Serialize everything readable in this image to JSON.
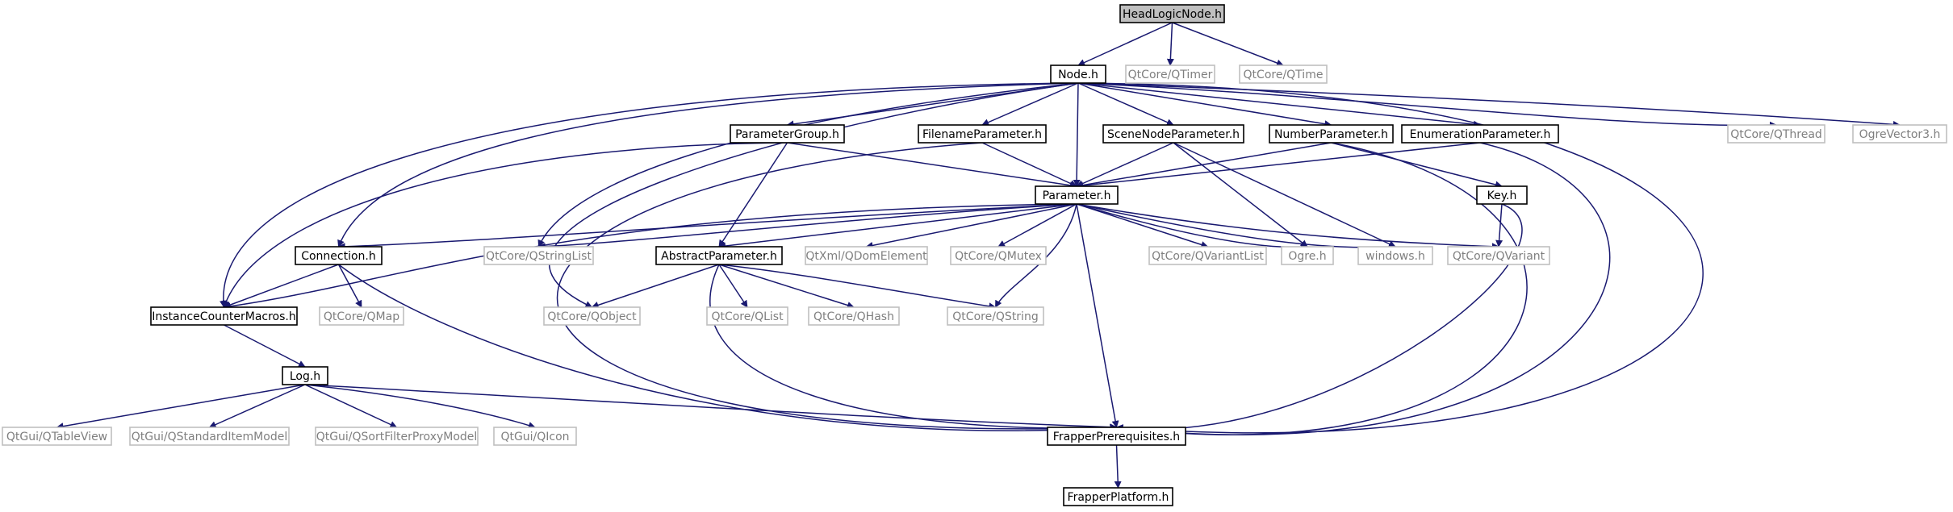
{
  "graph": {
    "colors": {
      "edge": "#191970",
      "internal_border": "#000000",
      "internal_text": "#000000",
      "external_border": "#bfbfbf",
      "external_text": "#7f7f7f",
      "root_fill": "#bfbfbf",
      "node_fill": "#ffffff"
    },
    "nodes": {
      "headlogicnode": {
        "label": "HeadLogicNode.h",
        "kind": "root"
      },
      "node": {
        "label": "Node.h",
        "kind": "internal"
      },
      "qtimer": {
        "label": "QtCore/QTimer",
        "kind": "external"
      },
      "qtime": {
        "label": "QtCore/QTime",
        "kind": "external"
      },
      "parametergroup": {
        "label": "ParameterGroup.h",
        "kind": "internal"
      },
      "filenameparameter": {
        "label": "FilenameParameter.h",
        "kind": "internal"
      },
      "scenenodeparameter": {
        "label": "SceneNodeParameter.h",
        "kind": "internal"
      },
      "numberparameter": {
        "label": "NumberParameter.h",
        "kind": "internal"
      },
      "enumerationparameter": {
        "label": "EnumerationParameter.h",
        "kind": "internal"
      },
      "qthread": {
        "label": "QtCore/QThread",
        "kind": "external"
      },
      "ogrevector3": {
        "label": "OgreVector3.h",
        "kind": "external"
      },
      "parameter": {
        "label": "Parameter.h",
        "kind": "internal"
      },
      "key": {
        "label": "Key.h",
        "kind": "internal"
      },
      "connection": {
        "label": "Connection.h",
        "kind": "internal"
      },
      "qstringlist": {
        "label": "QtCore/QStringList",
        "kind": "external"
      },
      "abstractparameter": {
        "label": "AbstractParameter.h",
        "kind": "internal"
      },
      "qdomelement": {
        "label": "QtXml/QDomElement",
        "kind": "external"
      },
      "qmutex": {
        "label": "QtCore/QMutex",
        "kind": "external"
      },
      "qvariantlist": {
        "label": "QtCore/QVariantList",
        "kind": "external"
      },
      "ogre": {
        "label": "Ogre.h",
        "kind": "external"
      },
      "windows": {
        "label": "windows.h",
        "kind": "external"
      },
      "qvariant": {
        "label": "QtCore/QVariant",
        "kind": "external"
      },
      "instancecountermacros": {
        "label": "InstanceCounterMacros.h",
        "kind": "internal"
      },
      "qmap": {
        "label": "QtCore/QMap",
        "kind": "external"
      },
      "qobject": {
        "label": "QtCore/QObject",
        "kind": "external"
      },
      "qlist": {
        "label": "QtCore/QList",
        "kind": "external"
      },
      "qhash": {
        "label": "QtCore/QHash",
        "kind": "external"
      },
      "qstring": {
        "label": "QtCore/QString",
        "kind": "external"
      },
      "log": {
        "label": "Log.h",
        "kind": "internal"
      },
      "qtableview": {
        "label": "QtGui/QTableView",
        "kind": "external"
      },
      "qstandarditemmodel": {
        "label": "QtGui/QStandardItemModel",
        "kind": "external"
      },
      "qsortfilterproxymodel": {
        "label": "QtGui/QSortFilterProxyModel",
        "kind": "external"
      },
      "qicon": {
        "label": "QtGui/QIcon",
        "kind": "external"
      },
      "frapperprerequisites": {
        "label": "FrapperPrerequisites.h",
        "kind": "internal"
      },
      "frapperplatform": {
        "label": "FrapperPlatform.h",
        "kind": "internal"
      }
    },
    "edges": [
      [
        "headlogicnode",
        "node"
      ],
      [
        "headlogicnode",
        "qtimer"
      ],
      [
        "headlogicnode",
        "qtime"
      ],
      [
        "node",
        "parametergroup"
      ],
      [
        "node",
        "filenameparameter"
      ],
      [
        "node",
        "scenenodeparameter"
      ],
      [
        "node",
        "numberparameter"
      ],
      [
        "node",
        "enumerationparameter"
      ],
      [
        "node",
        "qthread"
      ],
      [
        "node",
        "ogrevector3"
      ],
      [
        "node",
        "parameter"
      ],
      [
        "node",
        "connection"
      ],
      [
        "node",
        "instancecountermacros"
      ],
      [
        "node",
        "qstringlist"
      ],
      [
        "node",
        "qobject"
      ],
      [
        "node",
        "frapperprerequisites"
      ],
      [
        "parametergroup",
        "parameter"
      ],
      [
        "parametergroup",
        "abstractparameter"
      ],
      [
        "parametergroup",
        "instancecountermacros"
      ],
      [
        "filenameparameter",
        "parameter"
      ],
      [
        "filenameparameter",
        "frapperprerequisites"
      ],
      [
        "scenenodeparameter",
        "parameter"
      ],
      [
        "scenenodeparameter",
        "ogre"
      ],
      [
        "scenenodeparameter",
        "windows"
      ],
      [
        "numberparameter",
        "parameter"
      ],
      [
        "numberparameter",
        "key"
      ],
      [
        "numberparameter",
        "frapperprerequisites"
      ],
      [
        "enumerationparameter",
        "parameter"
      ],
      [
        "enumerationparameter",
        "frapperprerequisites"
      ],
      [
        "parameter",
        "connection"
      ],
      [
        "parameter",
        "qstringlist"
      ],
      [
        "parameter",
        "abstractparameter"
      ],
      [
        "parameter",
        "qdomelement"
      ],
      [
        "parameter",
        "qmutex"
      ],
      [
        "parameter",
        "qvariantlist"
      ],
      [
        "parameter",
        "ogre"
      ],
      [
        "parameter",
        "windows"
      ],
      [
        "parameter",
        "qvariant"
      ],
      [
        "parameter",
        "qstring"
      ],
      [
        "parameter",
        "instancecountermacros"
      ],
      [
        "parameter",
        "frapperprerequisites"
      ],
      [
        "key",
        "qvariant"
      ],
      [
        "key",
        "frapperprerequisites"
      ],
      [
        "connection",
        "instancecountermacros"
      ],
      [
        "connection",
        "qmap"
      ],
      [
        "connection",
        "frapperprerequisites"
      ],
      [
        "abstractparameter",
        "qobject"
      ],
      [
        "abstractparameter",
        "qlist"
      ],
      [
        "abstractparameter",
        "qhash"
      ],
      [
        "abstractparameter",
        "qstring"
      ],
      [
        "abstractparameter",
        "frapperprerequisites"
      ],
      [
        "instancecountermacros",
        "log"
      ],
      [
        "log",
        "qtableview"
      ],
      [
        "log",
        "qstandarditemmodel"
      ],
      [
        "log",
        "qsortfilterproxymodel"
      ],
      [
        "log",
        "qicon"
      ],
      [
        "log",
        "frapperprerequisites"
      ],
      [
        "frapperprerequisites",
        "frapperplatform"
      ]
    ]
  }
}
